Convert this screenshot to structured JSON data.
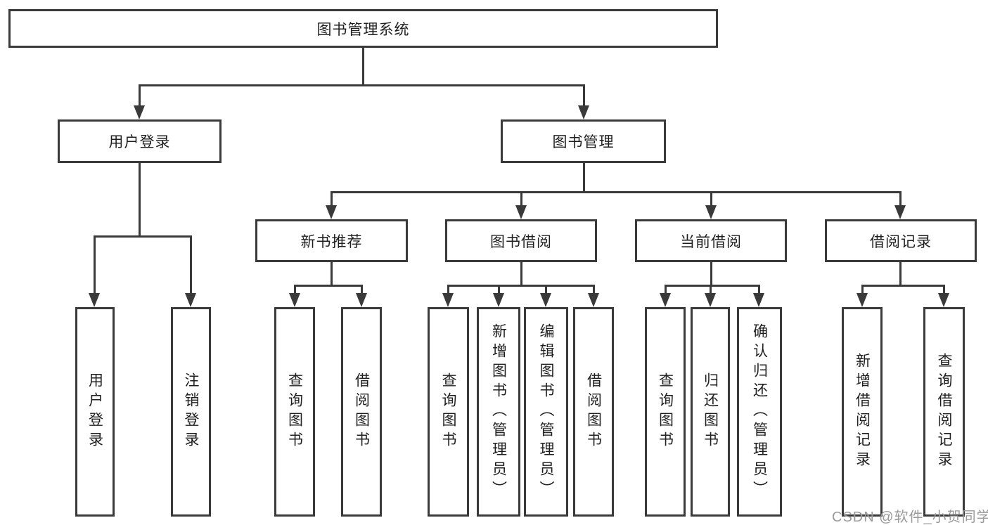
{
  "diagram": {
    "title": "图书管理系统",
    "nodes": {
      "user_login": "用户登录",
      "book_mgmt": "图书管理",
      "new_books": "新书推荐",
      "book_borrow": "图书借阅",
      "current_borrow": "当前借阅",
      "borrow_records": "借阅记录"
    },
    "leaves": {
      "user_login": [
        "用户登录",
        "注销登录"
      ],
      "new_books": [
        "查询图书",
        "借阅图书"
      ],
      "book_borrow": [
        "查询图书",
        "新增图书（管理员）",
        "编辑图书（管理员）",
        "借阅图书"
      ],
      "current_borrow": [
        "查询图书",
        "归还图书",
        "确认归还（管理员）"
      ],
      "borrow_records": [
        "新增借阅记录",
        "查询借阅记录"
      ]
    },
    "colors": {
      "line": "#3a3a3a",
      "box_background": "#ffffff",
      "text": "#1f1f1f",
      "watermark": "#9a9a9a"
    }
  },
  "watermark": {
    "text": "CSDN @软件_小贺同学"
  }
}
